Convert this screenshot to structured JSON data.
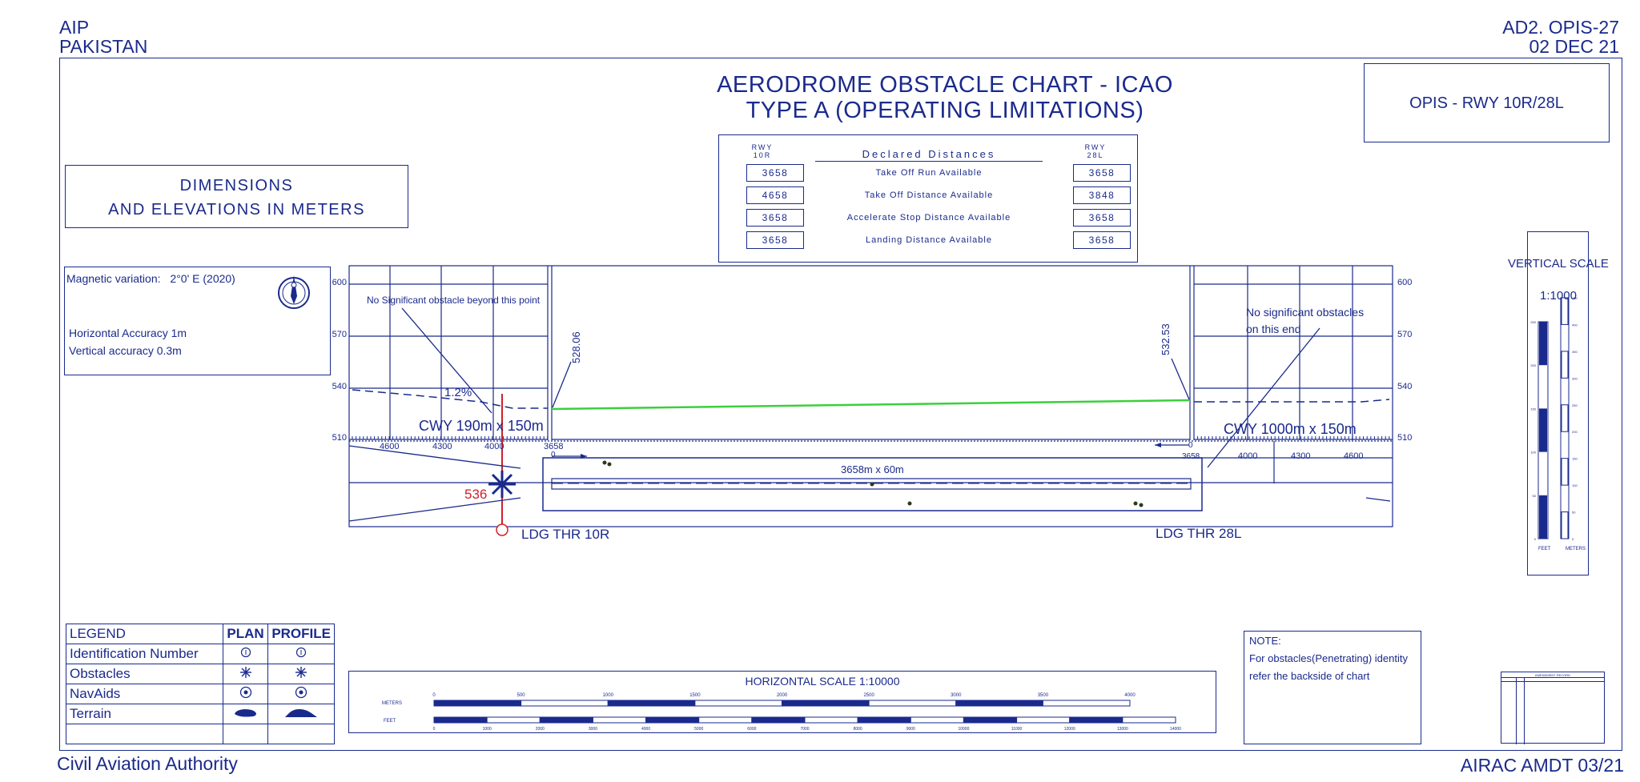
{
  "header": {
    "left_line1": "AIP",
    "left_line2": "PAKISTAN",
    "right_line1": "AD2. OPIS-27",
    "right_line2": "02 DEC 21"
  },
  "footer": {
    "left": "Civil Aviation Authority",
    "right": "AIRAC AMDT 03/21"
  },
  "title": {
    "line1": "AERODROME OBSTACLE CHART - ICAO",
    "line2": "TYPE A (OPERATING LIMITATIONS)"
  },
  "chart_id": "OPIS - RWY 10R/28L",
  "dimensions_note": {
    "line1": "DIMENSIONS",
    "line2": "AND ELEVATIONS IN METERS"
  },
  "info": {
    "magvar_label": "Magnetic variation:",
    "magvar_value": "2°0' E (2020)",
    "horizontal": "Horizontal Accuracy 1m",
    "vertical": "Vertical accuracy 0.3m"
  },
  "declared_distances": {
    "title": "Declared Distances",
    "left_rwy_line1": "RWY",
    "left_rwy_line2": "10R",
    "right_rwy_line1": "RWY",
    "right_rwy_line2": "28L",
    "rows": [
      {
        "label": "Take Off Run Available",
        "left": "3658",
        "right": "3658"
      },
      {
        "label": "Take Off Distance Available",
        "left": "4658",
        "right": "3848"
      },
      {
        "label": "Accelerate Stop Distance Available",
        "left": "3658",
        "right": "3658"
      },
      {
        "label": "Landing Distance Available",
        "left": "3658",
        "right": "3658"
      }
    ]
  },
  "profile": {
    "elev_left": [
      "600",
      "570",
      "540",
      "510"
    ],
    "elev_right": [
      "600",
      "570",
      "540",
      "510"
    ],
    "note_left": "No Significant obstacle beyond this point",
    "note_right_line1": "No significant obstacles",
    "note_right_line2": "on this end",
    "thr_left_elev": "528.06",
    "thr_right_elev": "532.53",
    "slope": "1.2%",
    "cwy_left": "CWY 190m x 150m",
    "cwy_right": "CWY 1000m x 150m",
    "dist_left": [
      "4600",
      "4300",
      "4000",
      "3658"
    ],
    "dist_right": [
      "4000",
      "4300",
      "4600",
      "3658"
    ],
    "zero_left": "0",
    "zero_right": "0",
    "runway_dims": "3658m x 60m",
    "obstacle_id": "536",
    "ldg_left": "LDG THR 10R",
    "ldg_right": "LDG THR 28L"
  },
  "vertical_scale": {
    "title": "VERTICAL SCALE",
    "ratio": "1:1000",
    "feet_label": "FEET",
    "meters_label": "METERS",
    "feet_ticks": [
      "250",
      "200",
      "150",
      "100",
      "50",
      "0"
    ],
    "meter_ticks": [
      "450",
      "400",
      "350",
      "300",
      "250",
      "200",
      "150",
      "100",
      "50",
      "0"
    ]
  },
  "legend": {
    "title": "LEGEND",
    "plan": "PLAN",
    "profile": "PROFILE",
    "rows": [
      {
        "label": "Identification Number"
      },
      {
        "label": "Obstacles"
      },
      {
        "label": "NavAids"
      },
      {
        "label": "Terrain"
      }
    ]
  },
  "horizontal_scale": {
    "title": "HORIZONTAL SCALE  1:10000",
    "meters_label": "METERS",
    "feet_label": "FEET",
    "meter_ticks": [
      "0",
      "500",
      "1000",
      "1500",
      "2000",
      "2500",
      "3000",
      "3500",
      "4000"
    ],
    "feet_ticks": [
      "0",
      "1000",
      "2000",
      "3000",
      "4000",
      "5000",
      "6000",
      "7000",
      "8000",
      "9000",
      "10000",
      "11000",
      "12000",
      "13000",
      "14000"
    ]
  },
  "note": {
    "title": "NOTE:",
    "line1": "For obstacles(Penetrating) identity",
    "line2": "refer the backside of chart"
  },
  "amendment": {
    "title": "AMENDMENT RECORD"
  },
  "colors": {
    "ink": "#1a2a8c",
    "accent_red": "#d0202a",
    "surface_green": "#3ccf3c"
  }
}
